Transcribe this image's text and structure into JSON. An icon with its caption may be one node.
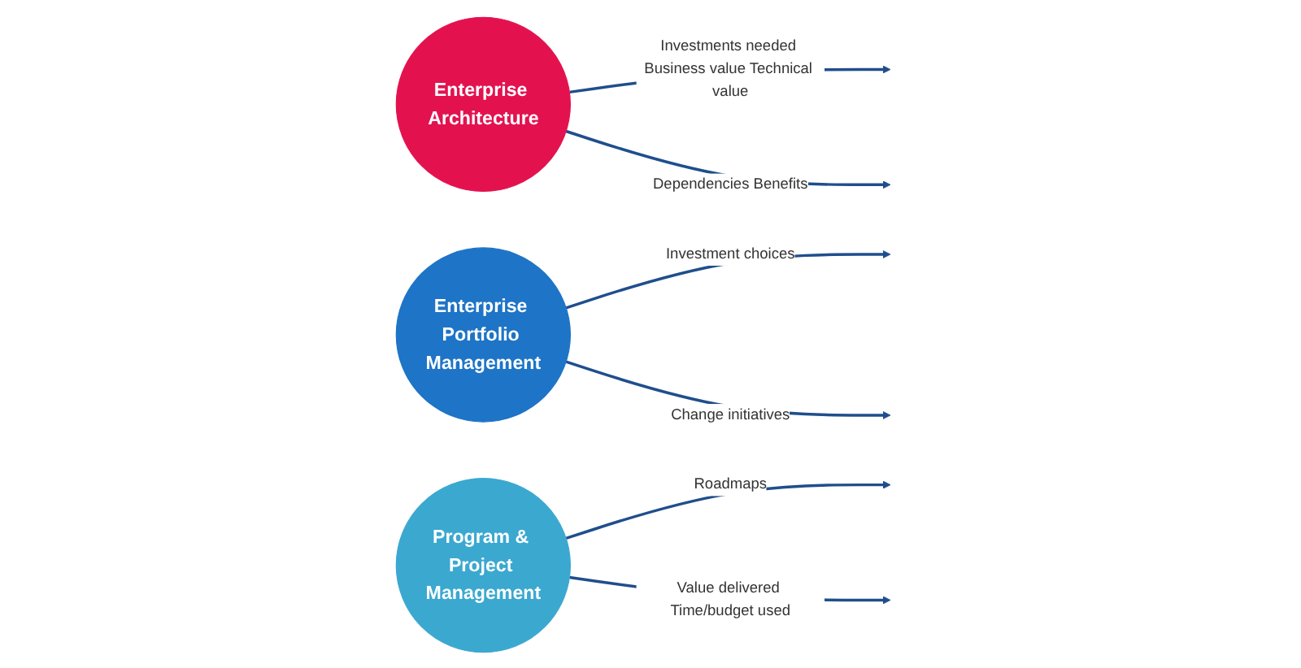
{
  "diagram": {
    "nodes": [
      {
        "text": [
          "Enterprise Architecture"
        ]
      },
      {
        "text": [
          "Enterprise Portfolio Management"
        ]
      },
      {
        "text": [
          "Program & Project Management"
        ]
      }
    ],
    "edges": [
      {
        "from": 0,
        "to": null,
        "arrow": "to",
        "label": "Investments needed Business value Technical value"
      },
      {
        "from": 1,
        "to": null,
        "arrow": "to",
        "label": "Investment choices"
      },
      {
        "from": 0,
        "to": null,
        "arrow": "to",
        "label": "Dependencies Benefits"
      },
      {
        "from": 2,
        "to": null,
        "arrow": "to",
        "label": "Roadmaps"
      },
      {
        "from": 1,
        "to": null,
        "arrow": "to",
        "label": "Change initiatives"
      },
      {
        "from": 2,
        "to": null,
        "arrow": "to",
        "label": "Value delivered Time/budget used"
      }
    ]
  }
}
